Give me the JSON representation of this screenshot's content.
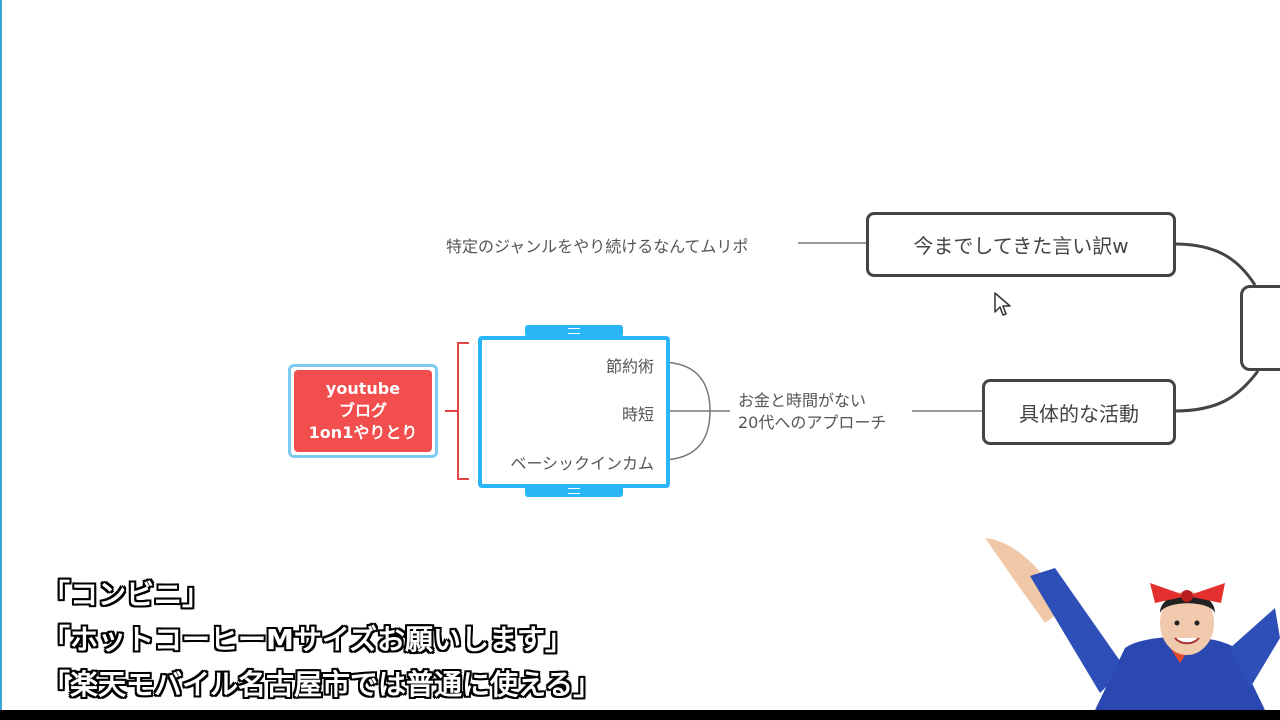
{
  "mindmap": {
    "node_excuses": "今までしてきた言い訳w",
    "note_excuses": "特定のジャンルをやり続けるなんてムリポ",
    "node_activities": "具体的な活動",
    "approach_line1": "お金と時間がない",
    "approach_line2": "20代へのアプローチ",
    "item_saving": "節約術",
    "item_timesaving": "時短",
    "item_basic_income": "ベーシックインカム",
    "channel_line1": "youtube",
    "channel_line2": "ブログ",
    "channel_line3": "1on1やりとり"
  },
  "captions": [
    "「コンビニ」",
    "「ホットコーヒーMサイズお願いします」",
    "「楽天モバイル名古屋市では普通に使える」"
  ],
  "colors": {
    "node_border": "#444444",
    "summary_border": "#29b6f6",
    "channel_fill": "#f24e4e",
    "bracket": "#e64545"
  }
}
